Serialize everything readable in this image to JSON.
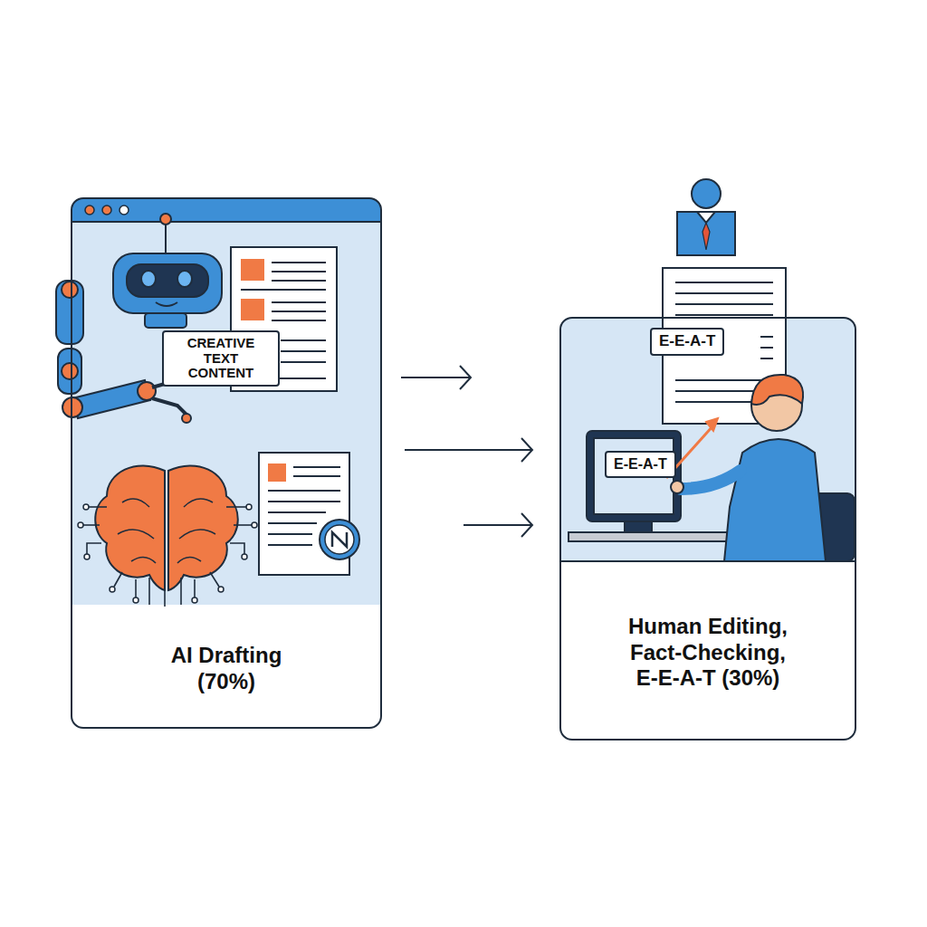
{
  "diagram": {
    "nodes": [
      {
        "text": [
          "AI Drafting (70%)"
        ]
      },
      {
        "text": [
          "CREATIVE TEXT CONTENT"
        ],
        "in": 0
      },
      {
        "text": [
          "Human Editing, Fact-Checking, E-E-A-T (30%)"
        ]
      },
      {
        "text": [
          "E-E-A-T"
        ],
        "in": 2
      },
      {
        "text": [
          "E-E-A-T"
        ],
        "in": 2
      }
    ],
    "edges": [
      {
        "from": 0,
        "to": 2,
        "arrow": "to"
      },
      {
        "from": 0,
        "to": 2,
        "arrow": "to"
      },
      {
        "from": 0,
        "to": 2,
        "arrow": "to"
      }
    ]
  }
}
